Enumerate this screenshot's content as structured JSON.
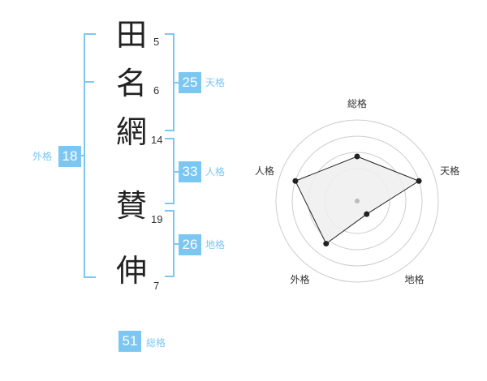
{
  "name": {
    "chars": [
      {
        "char": "田",
        "strokes": "5"
      },
      {
        "char": "名",
        "strokes": "6"
      },
      {
        "char": "網",
        "strokes": "14"
      },
      {
        "char": "賛",
        "strokes": "19"
      },
      {
        "char": "伸",
        "strokes": "7"
      }
    ]
  },
  "kaku": {
    "tenkaku": {
      "value": "25",
      "label": "天格"
    },
    "jinkaku": {
      "value": "33",
      "label": "人格"
    },
    "chikaku": {
      "value": "26",
      "label": "地格"
    },
    "gaikaku": {
      "value": "18",
      "label": "外格"
    },
    "soukaku": {
      "value": "51",
      "label": "総格"
    }
  },
  "colors": {
    "accent": "#7cc7f2",
    "polygon_fill": "#eeeeee",
    "ring": "#cccccc"
  },
  "chart_data": {
    "type": "radar",
    "axes": [
      "総格",
      "天格",
      "地格",
      "外格",
      "人格"
    ],
    "values": [
      0.55,
      0.8,
      0.2,
      0.65,
      0.8
    ],
    "max": 1
  }
}
